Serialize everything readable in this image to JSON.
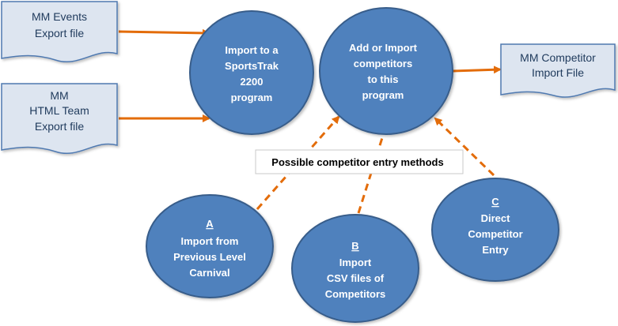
{
  "documents": {
    "events": {
      "line1": "MM Events",
      "line2": "Export file"
    },
    "team": {
      "line1": "MM",
      "line2": "HTML Team",
      "line3": "Export file"
    },
    "competitor_import": {
      "line1": "MM Competitor",
      "line2": "Import  File"
    }
  },
  "circles": {
    "import_program": {
      "line1": "Import to a",
      "line2": "SportsTrak",
      "line3": "2200",
      "line4": "program"
    },
    "add_import": {
      "line1": "Add or Import",
      "line2": "competitors",
      "line3": "to this",
      "line4": "program"
    },
    "method_a": {
      "letter": "A",
      "line1": "Import from",
      "line2": "Previous Level",
      "line3": "Carnival"
    },
    "method_b": {
      "letter": "B",
      "line1": "Import",
      "line2": "CSV files of",
      "line3": "Competitors"
    },
    "method_c": {
      "letter": "C",
      "line1": "Direct",
      "line2": "Competitor",
      "line3": "Entry"
    }
  },
  "methods_label": "Possible competitor entry methods",
  "colors": {
    "doc_fill": "#dde5f0",
    "doc_stroke": "#4f79b0",
    "circle_fill": "#4f81bd",
    "circle_stroke": "#385d8a",
    "arrow": "#e36c0a"
  }
}
